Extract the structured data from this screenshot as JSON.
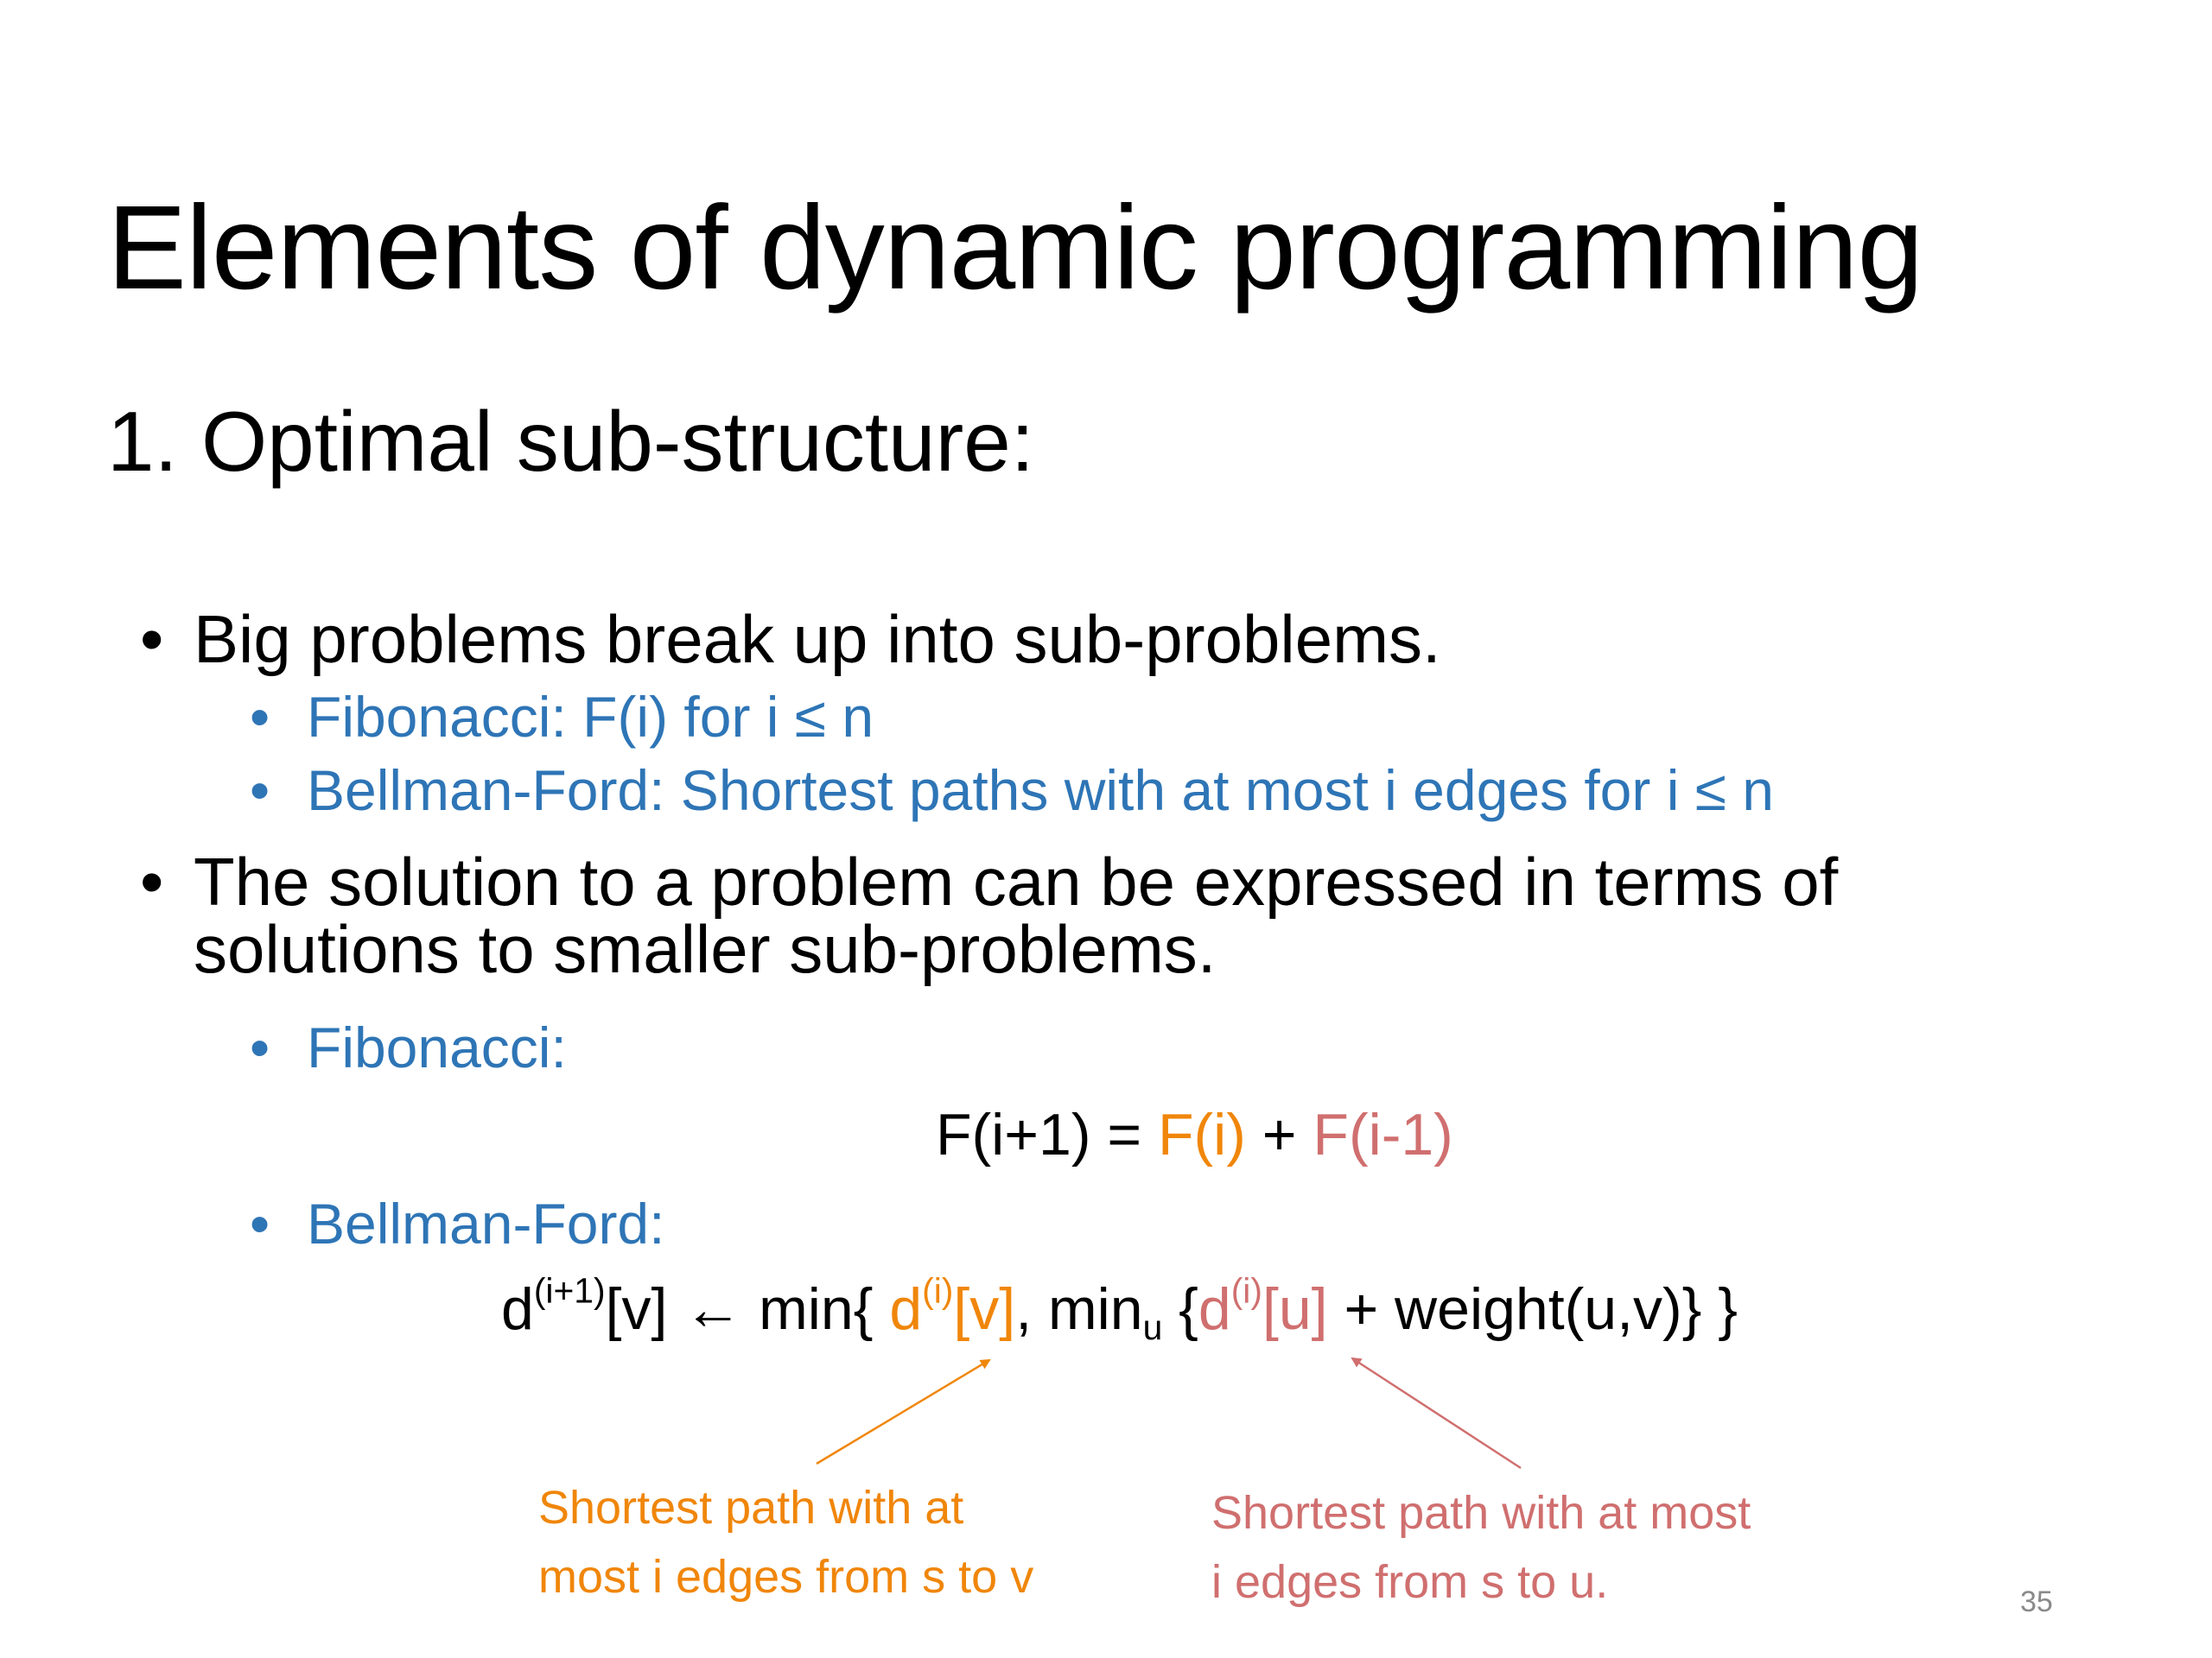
{
  "slide": {
    "title": "Elements of dynamic programming",
    "subtitle": "1. Optimal sub-structure:",
    "bullet_char": "•",
    "bullet1": {
      "text": "Big problems break up into sub-problems.",
      "sub1": "Fibonacci: F(i) for i ≤ n",
      "sub2": "Bellman-Ford: Shortest paths with at most i edges for i ≤ n"
    },
    "bullet2": {
      "line1": "The solution to a problem can be expressed in terms of",
      "line2": "solutions to smaller sub-problems.",
      "sub1": "Fibonacci:",
      "sub2": "Bellman-Ford:"
    },
    "fib_equation": {
      "lhs": "F(i+1) = ",
      "term1": "F(i)",
      "plus": " + ",
      "term2": "F(i-1)"
    },
    "bf_equation": {
      "d": "d",
      "sup_i1": "(i+1)",
      "lhs_rest": "[v] ← min{ ",
      "o_d": "d",
      "o_sup": "(i)",
      "o_rest": "[v]",
      "comma_min": ",  min",
      "sub_u": "u",
      "brace": " {",
      "p_d": "d",
      "p_sup": "(i)",
      "p_rest": "[u]",
      "tail": "  + weight(u,v)} }"
    },
    "annotation_left": {
      "line1": "Shortest path with at",
      "line2": "most i edges from s to v"
    },
    "annotation_right": {
      "line1": "Shortest path with at most",
      "line2": "i edges from s to u."
    },
    "page_number": "35",
    "colors": {
      "sub_bullet_blue": "#2e75b6",
      "orange": "#f0860a",
      "pink": "#d06f6f"
    }
  }
}
